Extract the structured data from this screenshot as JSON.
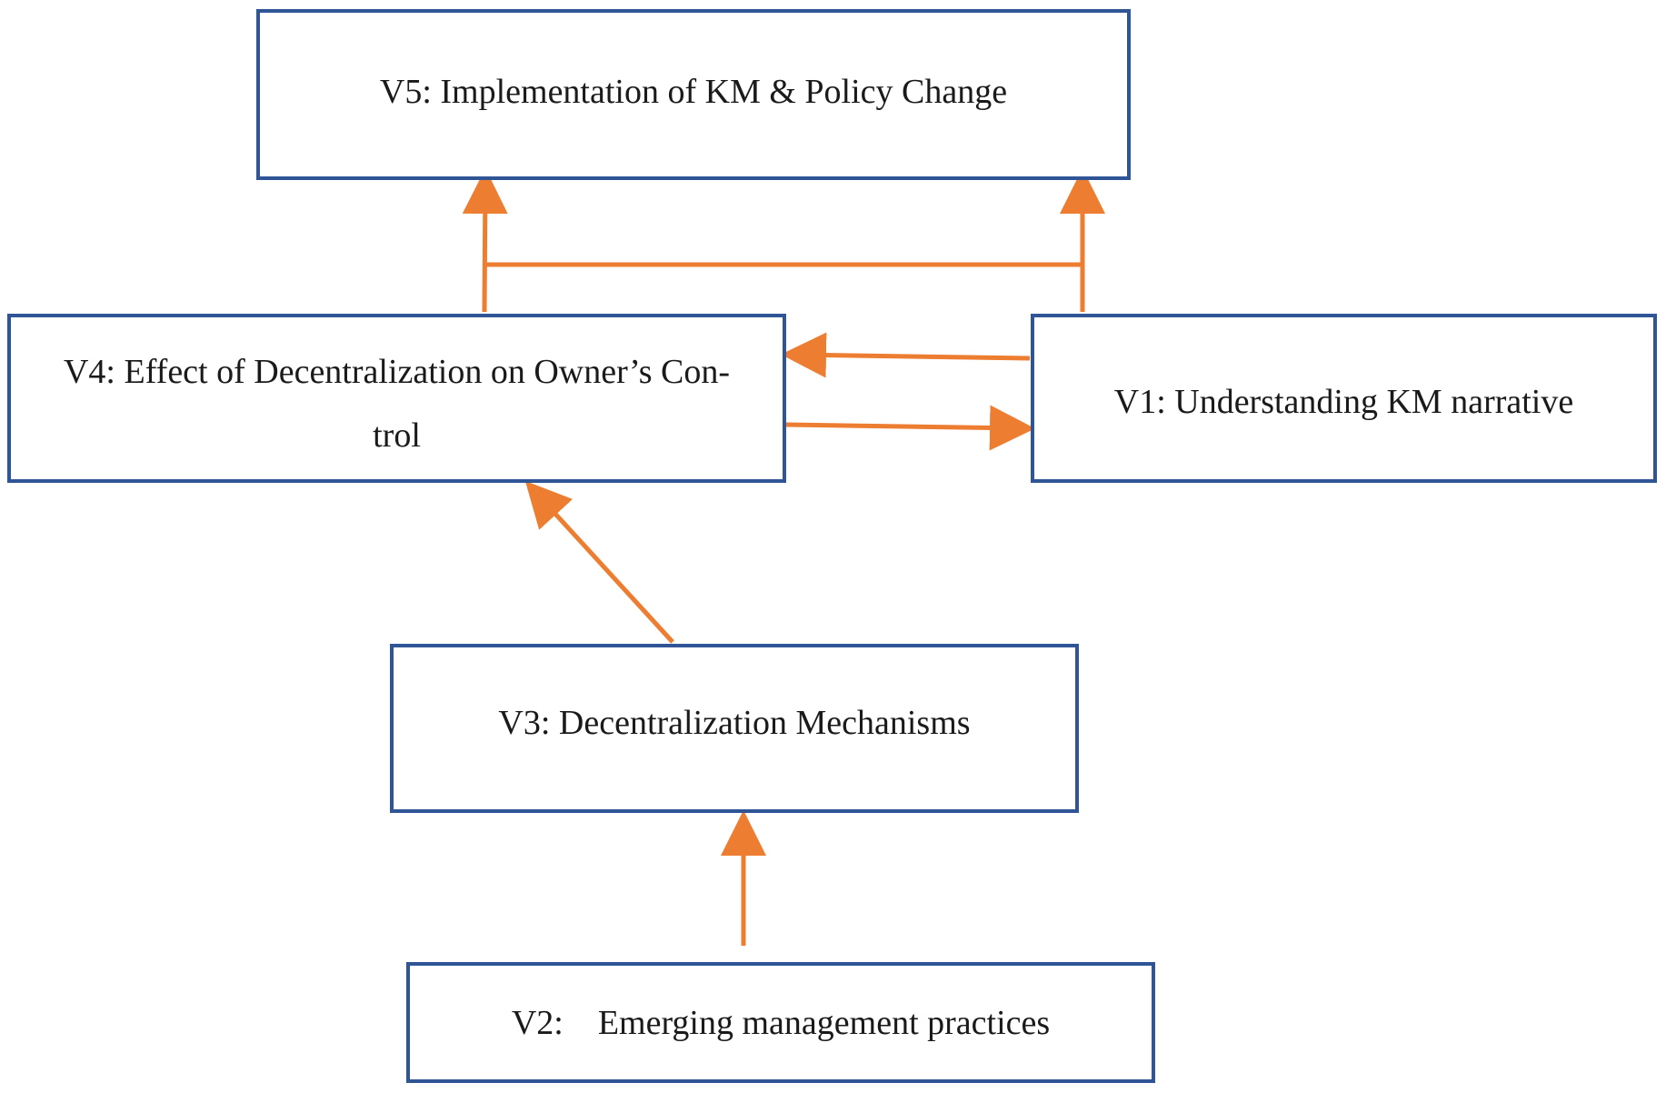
{
  "diagram": {
    "nodes": {
      "v5": {
        "label": "V5: Implementation of KM & Policy Change"
      },
      "v4": {
        "label": "V4: Effect of Decentralization on Owner’s Con-\ntrol"
      },
      "v1": {
        "label": "V1: Understanding KM narrative"
      },
      "v3": {
        "label": "V3: Decentralization Mechanisms"
      },
      "v2": {
        "label": "V2:    Emerging management practices"
      }
    },
    "edges": [
      {
        "from": "v4",
        "to": "v5"
      },
      {
        "from": "v1",
        "to": "v5"
      },
      {
        "from": "v4",
        "to": "v1",
        "note": "bridge between the two upward arrows"
      },
      {
        "from": "v1",
        "to": "v4"
      },
      {
        "from": "v4",
        "to": "v1"
      },
      {
        "from": "v3",
        "to": "v4"
      },
      {
        "from": "v2",
        "to": "v3"
      }
    ],
    "colors": {
      "box_border": "#2f5597",
      "arrow": "#ed7d31",
      "text": "#1a1a1a"
    }
  }
}
